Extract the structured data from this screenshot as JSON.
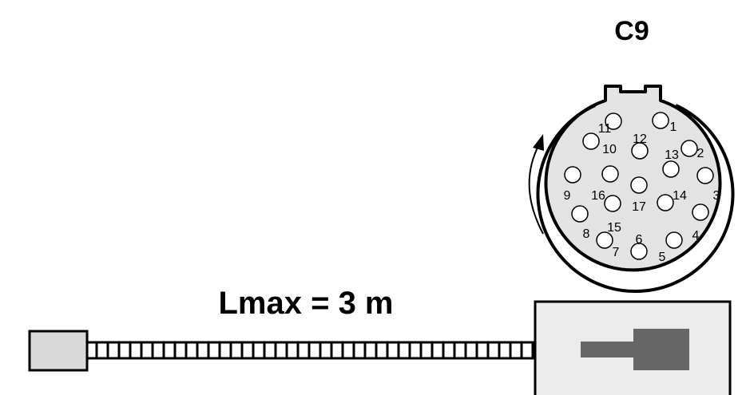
{
  "connector": {
    "title": "C9",
    "pins": [
      {
        "number": "1"
      },
      {
        "number": "2"
      },
      {
        "number": "3"
      },
      {
        "number": "4"
      },
      {
        "number": "5"
      },
      {
        "number": "6"
      },
      {
        "number": "7"
      },
      {
        "number": "8"
      },
      {
        "number": "9"
      },
      {
        "number": "10"
      },
      {
        "number": "11"
      },
      {
        "number": "12"
      },
      {
        "number": "13"
      },
      {
        "number": "14"
      },
      {
        "number": "15"
      },
      {
        "number": "16"
      },
      {
        "number": "17"
      }
    ]
  },
  "cable": {
    "length_label": "Lmax = 3 m"
  },
  "colors": {
    "stroke": "#000000",
    "connector_fill": "#e3e3e3",
    "plug_fill": "#d9d9d9",
    "box_fill": "#ebebeb",
    "socket_dark": "#666666"
  }
}
